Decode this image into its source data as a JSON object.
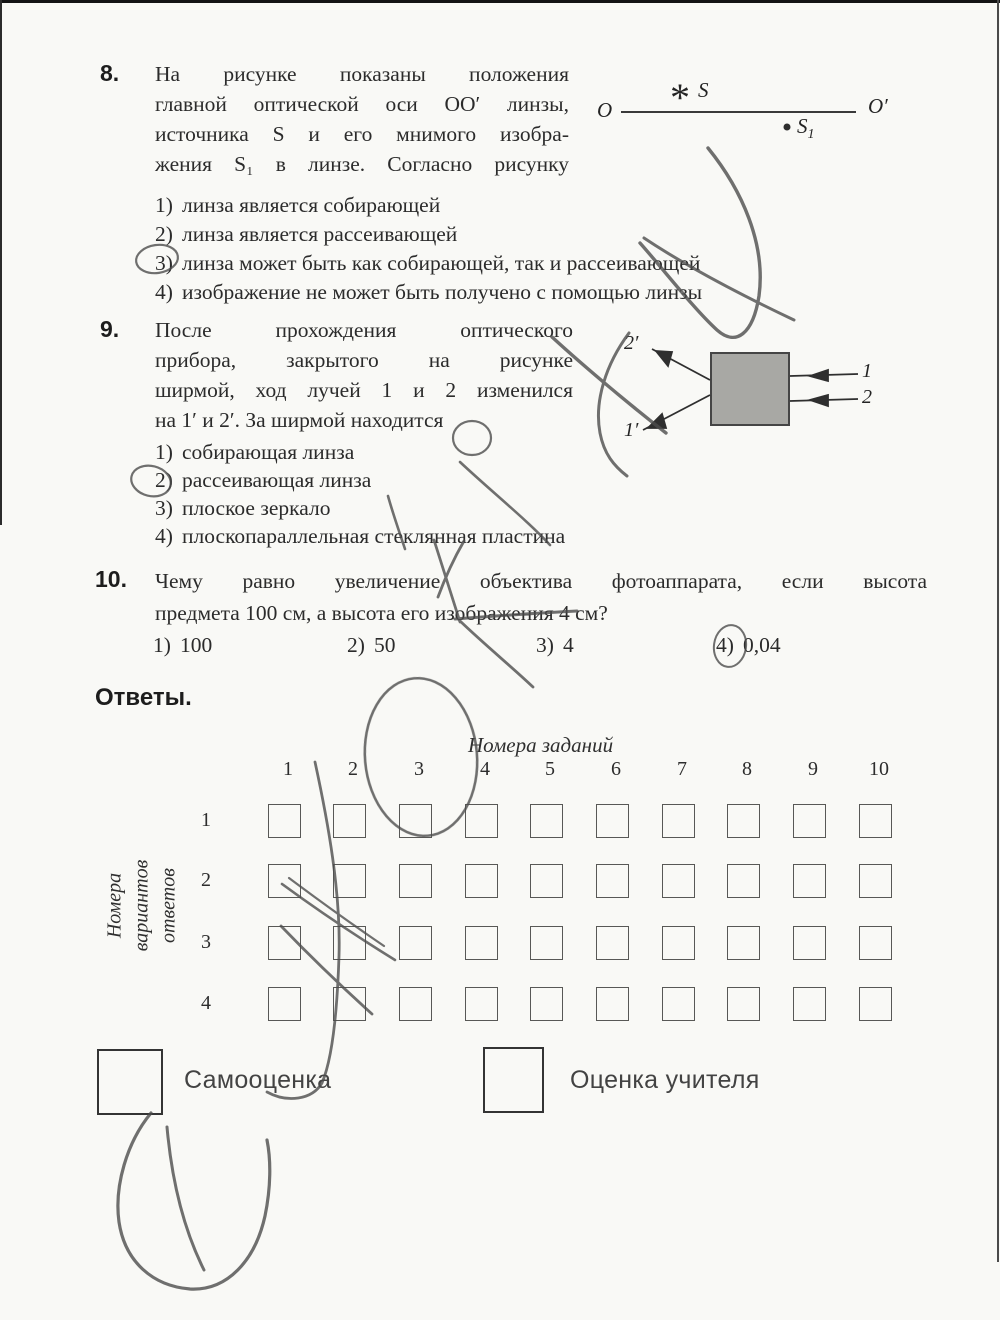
{
  "questions": [
    {
      "number": "8.",
      "lines": [
        "На рисунке показаны положения",
        "главной оптической оси ОО′ линзы,",
        "источника S и его мнимого изобра-",
        "жения S₁ в линзе. Согласно рисунку"
      ],
      "options": [
        {
          "num": "1)",
          "text": "линза является собирающей"
        },
        {
          "num": "2)",
          "text": "линза является рассеивающей"
        },
        {
          "num": "3)",
          "text": "линза может быть как собирающей, так и рассеивающей"
        },
        {
          "num": "4)",
          "text": "изображение не может быть получено с помощью линзы"
        }
      ],
      "pencil_selected": "3"
    },
    {
      "number": "9.",
      "lines": [
        "После прохождения оптического",
        "прибора, закрытого на рисунке",
        "ширмой, ход лучей 1 и 2 изменился",
        "на 1′ и 2′. За ширмой находится"
      ],
      "options": [
        {
          "num": "1)",
          "text": "собирающая линза"
        },
        {
          "num": "2)",
          "text": "рассеивающая линза"
        },
        {
          "num": "3)",
          "text": "плоское зеркало"
        },
        {
          "num": "4)",
          "text": "плоскопараллельная стеклянная пластина"
        }
      ],
      "pencil_selected": "2"
    },
    {
      "number": "10.",
      "lines": [
        "Чему равно увеличение объектива фотоаппарата, если высота",
        "предмета 100 см, а высота его изображения 4 см?"
      ],
      "options": [
        {
          "num": "1)",
          "text": "100"
        },
        {
          "num": "2)",
          "text": "50"
        },
        {
          "num": "3)",
          "text": "4"
        },
        {
          "num": "4)",
          "text": "0,04"
        }
      ],
      "pencil_selected": "4"
    }
  ],
  "diagram8": {
    "label_o": "O",
    "label_o_prime": "O′",
    "star_glyph": "*",
    "label_s": "S",
    "label_s1_base": "S",
    "label_s1_sub": "1"
  },
  "diagram9": {
    "label_ray1": "1",
    "label_ray2": "2",
    "label_ray2_prime": "2′",
    "label_ray1_prime": "1′"
  },
  "answers": {
    "heading": "Ответы.",
    "grid_title": "Номера заданий",
    "columns": [
      "1",
      "2",
      "3",
      "4",
      "5",
      "6",
      "7",
      "8",
      "9",
      "10"
    ],
    "rows": [
      "1",
      "2",
      "3",
      "4"
    ],
    "side_label_lines": [
      "Номера",
      "вариантов",
      "ответов"
    ],
    "self_label": "Самооценка",
    "teacher_label": "Оценка учителя"
  },
  "colors": {
    "ink": "#2b2b2b",
    "pencil": "#4d4d4d",
    "screen_box_fill": "#a8a8a4",
    "screen_box_border": "#454545"
  }
}
